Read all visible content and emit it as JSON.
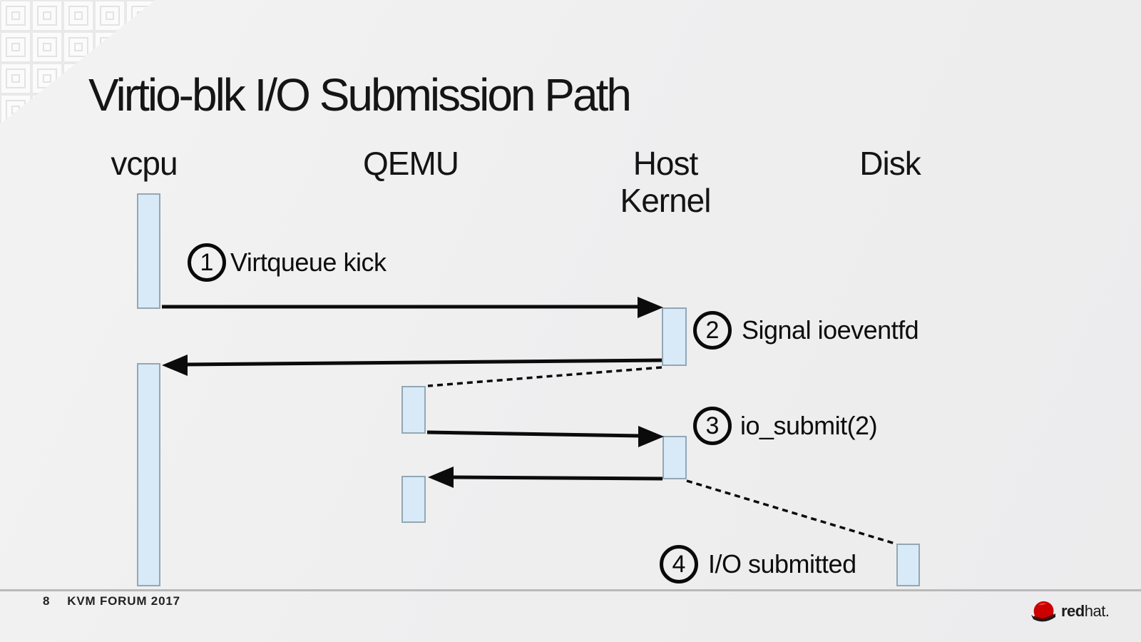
{
  "title": "Virtio-blk I/O Submission Path",
  "lanes": [
    {
      "id": "vcpu",
      "label": "vcpu"
    },
    {
      "id": "qemu",
      "label": "QEMU"
    },
    {
      "id": "host-kernel",
      "label": "Host Kernel"
    },
    {
      "id": "disk",
      "label": "Disk"
    }
  ],
  "steps": [
    {
      "num": "1",
      "label": "Virtqueue kick"
    },
    {
      "num": "2",
      "label": "Signal ioeventfd"
    },
    {
      "num": "3",
      "label": "io_submit(2)"
    },
    {
      "num": "4",
      "label": "I/O submitted"
    }
  ],
  "flows": [
    {
      "step": "1",
      "from": "vcpu",
      "to": "host-kernel",
      "style": "solid-arrow",
      "direction": "right"
    },
    {
      "step": "2",
      "from": "host-kernel",
      "to": "vcpu",
      "style": "solid-arrow",
      "direction": "left"
    },
    {
      "step": "2",
      "from": "host-kernel",
      "to": "qemu",
      "style": "dotted",
      "direction": "left-down"
    },
    {
      "step": "3",
      "from": "qemu",
      "to": "host-kernel",
      "style": "solid-arrow",
      "direction": "right"
    },
    {
      "step": "3",
      "from": "host-kernel",
      "to": "qemu",
      "style": "solid-arrow",
      "direction": "left"
    },
    {
      "step": "4",
      "from": "host-kernel",
      "to": "disk",
      "style": "dotted",
      "direction": "right-down"
    }
  ],
  "footer": {
    "page_number": "8",
    "event_name": "KVM FORUM 2017"
  },
  "logo": {
    "brand_bold": "red",
    "brand_light": "hat."
  },
  "colors": {
    "background": "#efefef",
    "activation_fill": "#d8eaf7",
    "activation_border": "#93a7b4",
    "arrow": "#0b0b0b",
    "text": "#141414",
    "footer_line": "#b9b9b9",
    "redhat_red": "#cc0000"
  }
}
